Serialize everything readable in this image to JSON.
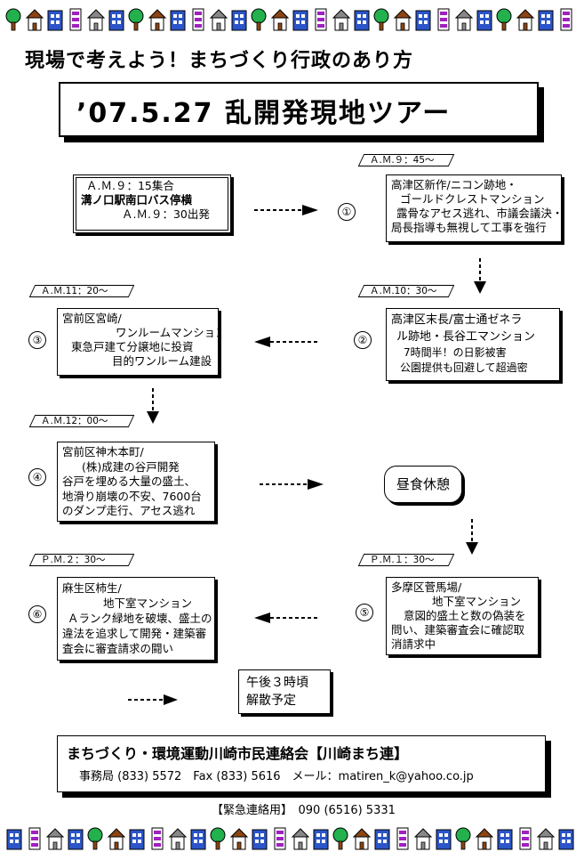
{
  "headline": "現場で考えよう！まちづくり行政のあり方",
  "title": "’07.5.27 乱開発現地ツアー",
  "start": {
    "line1": "Ａ.Ｍ.９：15集合",
    "line2": "溝ノ口駅南口バス停横",
    "line3": "Ａ.Ｍ.９：30出発"
  },
  "stops": [
    {
      "num": "①",
      "time": "Ａ.Ｍ.９：45～",
      "lines": [
        "高津区新作/ニコン跡地・",
        "ゴールドクレストマンション",
        "露骨なアセス逃れ、市議会議決・",
        "局長指導も無視して工事を強行"
      ]
    },
    {
      "num": "②",
      "time": "Ａ.Ｍ.10：30～",
      "lines": [
        "高津区末長/富士通ゼネラ",
        "ル跡地・長谷工マンション",
        "7時間半！の日影被害",
        "公園提供も回避して超過密"
      ]
    },
    {
      "num": "③",
      "time": "Ａ.Ｍ.11：20～",
      "lines": [
        "宮前区宮崎/",
        "ワンルームマンション",
        "東急戸建て分譲地に投資",
        "目的ワンルーム建設"
      ]
    },
    {
      "num": "④",
      "time": "Ａ.Ｍ.12：00～",
      "lines": [
        "宮前区神木本町/",
        "(株)成建の谷戸開発",
        "谷戸を埋める大量の盛土、",
        "地滑り崩壊の不安、7600台",
        "のダンプ走行、アセス逃れ"
      ]
    },
    {
      "num": "⑤",
      "time": "Ｐ.Ｍ.１：30～",
      "lines": [
        "多摩区菅馬場/",
        "地下室マンション",
        "意図的盛土と数の偽装を",
        "問い、建築審査会に確認取",
        "消請求中"
      ]
    },
    {
      "num": "⑥",
      "time": "Ｐ.Ｍ.２：30～",
      "lines": [
        "麻生区柿生/",
        "地下室マンション",
        "Ａランク緑地を破壊、盛土の",
        "違法を追求して開発・建築審",
        "査会に審査請求の闘い"
      ]
    }
  ],
  "lunch": "昼食休憩",
  "end": {
    "line1": "午後３時頃",
    "line2": "解散予定"
  },
  "footer": {
    "org": "まちづくり・環境運動川崎市民連絡会【川崎まち連】",
    "contact": "事務局 (833) 5572　Fax (833) 5616　メール：matiren_k@yahoo.co.jp"
  },
  "emergency": "【緊急連絡用】　090 (6516) 5331",
  "colors": {
    "green": "#22b14c",
    "blue": "#2b55c8",
    "purple": "#a020c0",
    "brown": "#8b4513",
    "gray": "#888888"
  }
}
